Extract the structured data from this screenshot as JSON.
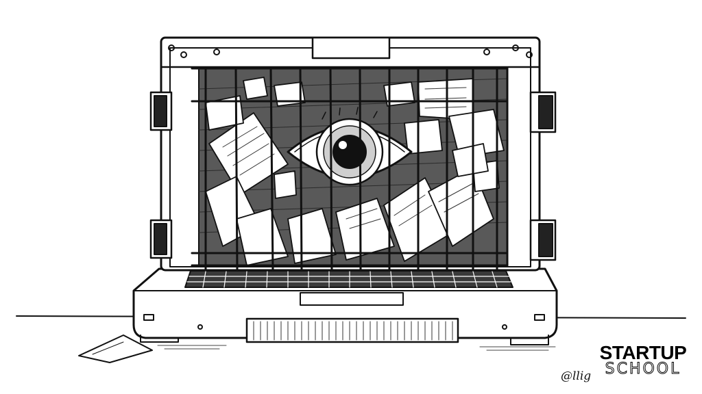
{
  "illustration": {
    "subject": "laptop-cage-with-eye",
    "palette": {
      "ink": "#111111",
      "paper": "#ffffff",
      "shade": "#cfcfcf"
    }
  },
  "signature": {
    "text": "@llig"
  },
  "brand": {
    "line1": "STARTUP",
    "line2": "SCHOOL"
  }
}
